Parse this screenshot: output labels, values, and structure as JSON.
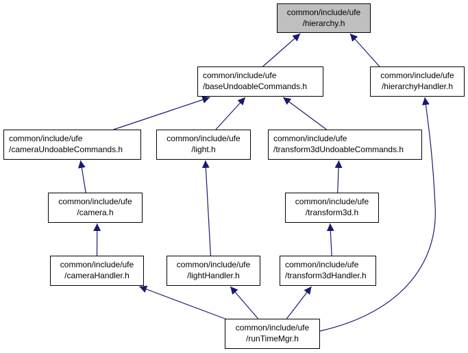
{
  "graph": {
    "title": "Include dependency graph for hierarchy.h",
    "edge_color": "#191970",
    "root_fill": "#bfbfbf",
    "nodes": [
      {
        "id": "hierarchy",
        "line1": "common/include/ufe",
        "line2": "/hierarchy.h",
        "root": true
      },
      {
        "id": "baseUndoableCommands",
        "line1": "common/include/ufe",
        "line2": "/baseUndoableCommands.h"
      },
      {
        "id": "hierarchyHandler",
        "line1": "common/include/ufe",
        "line2": "/hierarchyHandler.h"
      },
      {
        "id": "cameraUndoableCommands",
        "line1": "common/include/ufe",
        "line2": "/cameraUndoableCommands.h"
      },
      {
        "id": "light",
        "line1": "common/include/ufe",
        "line2": "/light.h"
      },
      {
        "id": "transform3dUndoableCommands",
        "line1": "common/include/ufe",
        "line2": "/transform3dUndoableCommands.h"
      },
      {
        "id": "camera",
        "line1": "common/include/ufe",
        "line2": "/camera.h"
      },
      {
        "id": "transform3d",
        "line1": "common/include/ufe",
        "line2": "/transform3d.h"
      },
      {
        "id": "cameraHandler",
        "line1": "common/include/ufe",
        "line2": "/cameraHandler.h"
      },
      {
        "id": "lightHandler",
        "line1": "common/include/ufe",
        "line2": "/lightHandler.h"
      },
      {
        "id": "transform3dHandler",
        "line1": "common/include/ufe",
        "line2": "/transform3dHandler.h"
      },
      {
        "id": "runTimeMgr",
        "line1": "common/include/ufe",
        "line2": "/runTimeMgr.h"
      }
    ],
    "edges": [
      {
        "from": "baseUndoableCommands",
        "to": "hierarchy"
      },
      {
        "from": "hierarchyHandler",
        "to": "hierarchy"
      },
      {
        "from": "cameraUndoableCommands",
        "to": "baseUndoableCommands"
      },
      {
        "from": "light",
        "to": "baseUndoableCommands"
      },
      {
        "from": "transform3dUndoableCommands",
        "to": "baseUndoableCommands"
      },
      {
        "from": "camera",
        "to": "cameraUndoableCommands"
      },
      {
        "from": "transform3d",
        "to": "transform3dUndoableCommands"
      },
      {
        "from": "cameraHandler",
        "to": "camera"
      },
      {
        "from": "lightHandler",
        "to": "light"
      },
      {
        "from": "transform3dHandler",
        "to": "transform3d"
      },
      {
        "from": "runTimeMgr",
        "to": "cameraHandler"
      },
      {
        "from": "runTimeMgr",
        "to": "lightHandler"
      },
      {
        "from": "runTimeMgr",
        "to": "transform3dHandler"
      },
      {
        "from": "runTimeMgr",
        "to": "hierarchyHandler"
      }
    ]
  }
}
